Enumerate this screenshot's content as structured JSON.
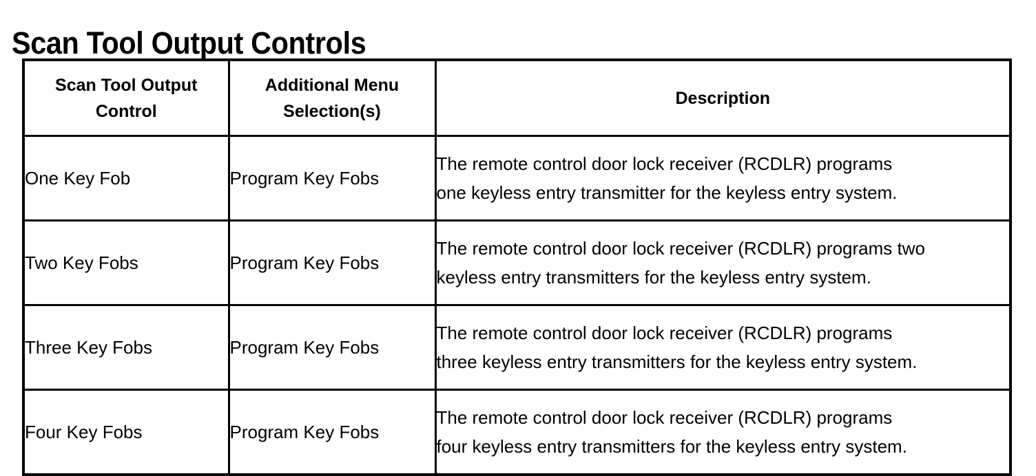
{
  "document": {
    "title": "Scan Tool Output Controls"
  },
  "table": {
    "headers": [
      {
        "line1": "Scan Tool Output",
        "line2": "Control"
      },
      {
        "line1": "Additional Menu",
        "line2": "Selection(s)"
      },
      {
        "line1": "Description",
        "line2": ""
      }
    ],
    "rows": [
      {
        "control": "One Key Fob",
        "menu": "Program Key Fobs",
        "description_line1": "The remote control door lock receiver (RCDLR) programs",
        "description_line2": "one keyless entry transmitter for the keyless entry system."
      },
      {
        "control": "Two Key Fobs",
        "menu": "Program Key Fobs",
        "description_line1": "The remote control door lock receiver (RCDLR) programs two",
        "description_line2": "keyless entry transmitters for the keyless entry system."
      },
      {
        "control": "Three Key Fobs",
        "menu": "Program Key Fobs",
        "description_line1": "The remote control door lock receiver (RCDLR) programs",
        "description_line2": "three keyless entry transmitters for the keyless entry system."
      },
      {
        "control": "Four Key Fobs",
        "menu": "Program Key Fobs",
        "description_line1": "The remote control door lock receiver (RCDLR) programs",
        "description_line2": "four keyless entry transmitters for the keyless entry system."
      }
    ]
  },
  "colors": {
    "text": "#000000",
    "background": "#ffffff",
    "border": "#000000"
  }
}
